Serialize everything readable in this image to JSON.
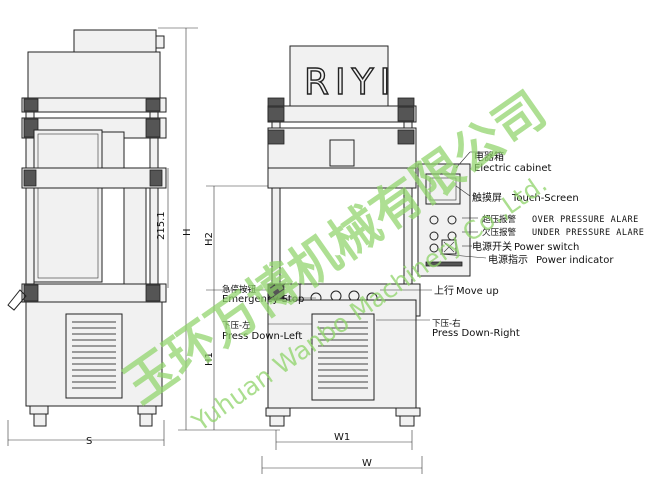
{
  "brand": "RIYI",
  "dimensions": {
    "height_total": "H",
    "height_h2": "H2",
    "height_h1": "H1",
    "stroke": "215.1",
    "side_depth": "S",
    "width_w1": "W1",
    "width_w": "W"
  },
  "callouts": {
    "electric_cabinet": {
      "cn": "电器箱",
      "en": "Electric cabinet"
    },
    "touch_screen": {
      "cn": "触摸屏",
      "en": "Touch-Screen"
    },
    "over_pressure": {
      "cn": "超压报警",
      "en": "OVER PRESSURE ALARE"
    },
    "under_pressure": {
      "cn": "欠压报警",
      "en": "UNDER PRESSURE ALARE"
    },
    "power_switch": {
      "cn": "电源开关",
      "en": "Power switch"
    },
    "power_indicator": {
      "cn": "电源指示",
      "en": "Power indicator"
    },
    "move_up": {
      "cn": "上行",
      "en": "Move up"
    },
    "emergency_stop": {
      "cn": "急停按钮",
      "en": "Emergency Stop"
    },
    "press_down_left": {
      "cn": "下压-左",
      "en": "Press Down-Left"
    },
    "press_down_right": {
      "cn": "下压-右",
      "en": "Press Down-Right"
    }
  },
  "watermark": {
    "cn": "玉环万博机械有限公司",
    "en": "Yuhuan Wanbo Machinery Co.,Ltd."
  },
  "colors": {
    "line": "#222222",
    "watermark": "#8fd46a",
    "background": "#ffffff"
  }
}
